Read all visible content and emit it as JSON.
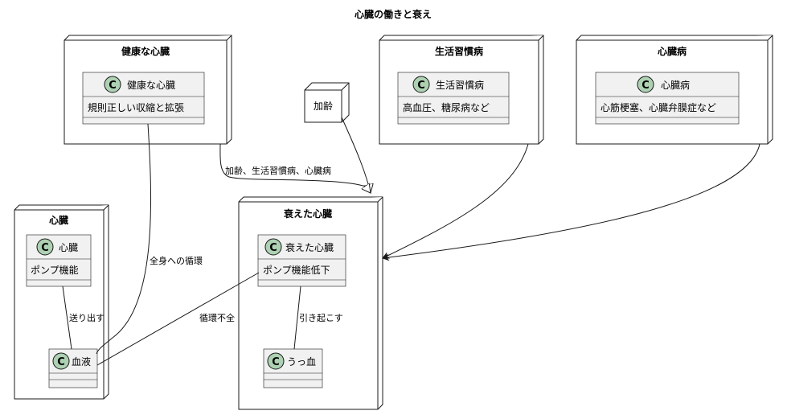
{
  "title": "心臓の働きと衰え",
  "packages": {
    "healthy": {
      "label": "健康な心臓",
      "class_name": "健康な心臓",
      "attribute": "規則正しい収縮と拡張"
    },
    "lifestyle": {
      "label": "生活習慣病",
      "class_name": "生活習慣病",
      "attribute": "高血圧、糖尿病など"
    },
    "disease": {
      "label": "心臓病",
      "class_name": "心臓病",
      "attribute": "心筋梗塞、心臓弁膜症など"
    },
    "heart": {
      "label": "心臓",
      "class_name": "心臓",
      "attribute": "ポンプ機能",
      "blood": "血液"
    },
    "weak": {
      "label": "衰えた心臓",
      "class_name": "衰えた心臓",
      "attribute": "ポンプ機能低下",
      "congestion": "うっ血"
    }
  },
  "aging_node": "加齢",
  "edges": {
    "causes": "加齢、生活習慣病、心臓病",
    "circulation": "全身への循環",
    "pump_out": "送り出す",
    "insufficient": "循環不全",
    "induces": "引き起こす"
  },
  "badge_letter": "C"
}
